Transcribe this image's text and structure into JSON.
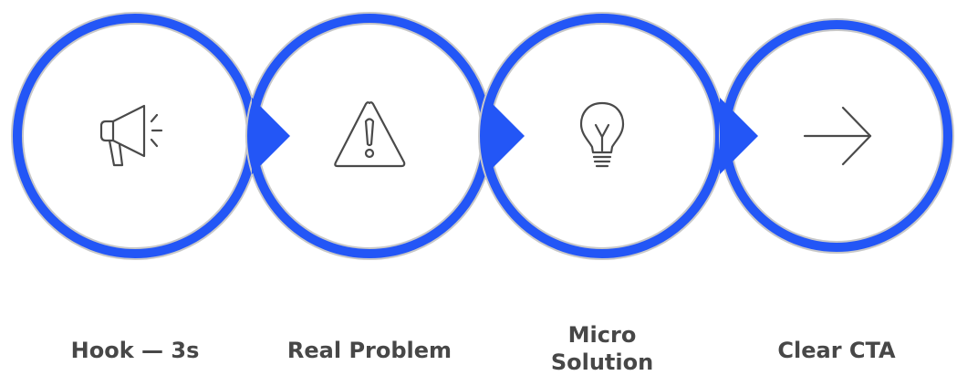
{
  "steps": [
    {
      "label": "Hook — 3s",
      "icon": "megaphone-icon"
    },
    {
      "label": "Real Problem",
      "icon": "warning-triangle-icon"
    },
    {
      "label": "Micro\nSolution",
      "icon": "lightbulb-icon"
    },
    {
      "label": "Clear CTA",
      "icon": "arrow-right-icon"
    }
  ],
  "colors": {
    "ring": "#2356f6",
    "ring_outline": "#c8c8c8",
    "fill": "#ffffff",
    "icon": "#4a4a4a",
    "label": "#474747"
  }
}
